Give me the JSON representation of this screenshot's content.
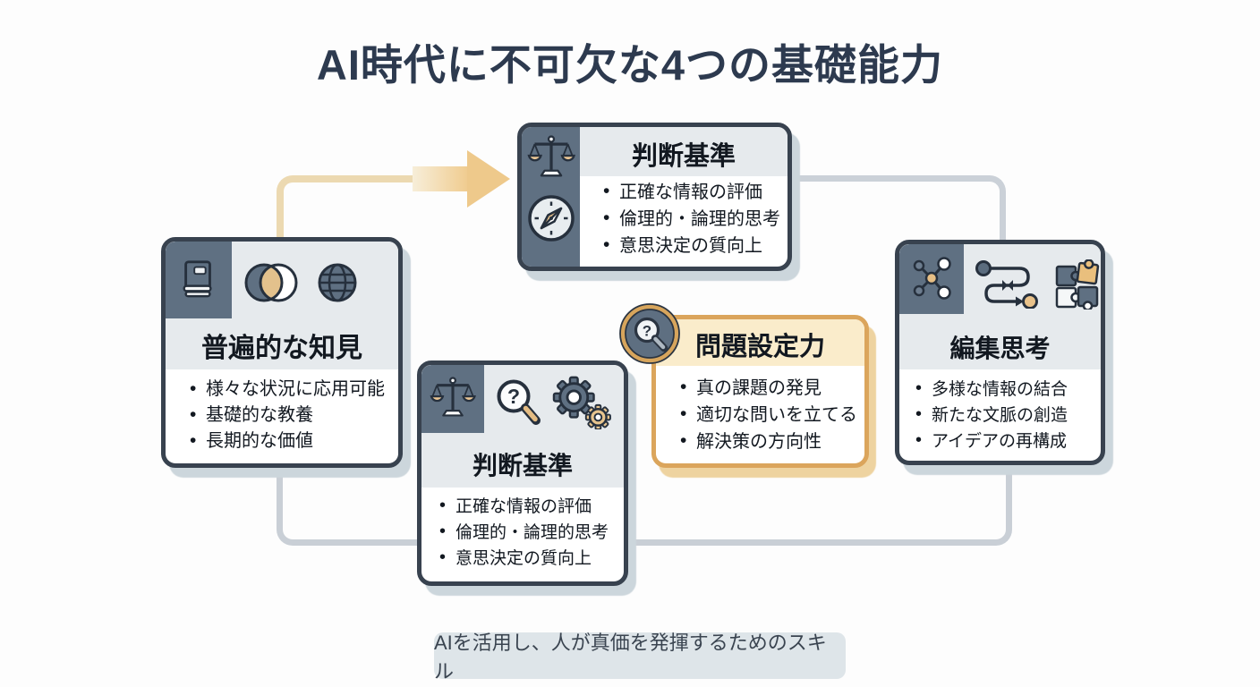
{
  "page": {
    "title": "AI時代に不可欠な4つの基礎能力",
    "footer_note": "AIを活用し、人が真価を発揮するためのスキル"
  },
  "colors": {
    "title_text": "#2d3a4f",
    "card_border": "#38424f",
    "card_header_bg": "#e6eaed",
    "dark_panel_bg": "#5f7082",
    "accent_tan": "#e7c38d",
    "orange_border": "#dba55c",
    "orange_header_bg": "#faeccb",
    "connector_gray": "#c9cfd6",
    "footer_bg": "#dee5e9"
  },
  "cards": {
    "judgment_top": {
      "title": "判断基準",
      "bullets": [
        "正確な情報の評価",
        "倫理的・論理的思考",
        "意思決定の質向上"
      ],
      "icons": [
        "balance-scale-icon",
        "compass-icon"
      ]
    },
    "universal_knowledge": {
      "title": "普遍的な知見",
      "bullets": [
        "様々な状況に応用可能",
        "基礎的な教養",
        "長期的な価値"
      ],
      "icons": [
        "book-icon",
        "venn-diagram-icon",
        "globe-icon"
      ]
    },
    "judgment_mid": {
      "title": "判断基準",
      "bullets": [
        "正確な情報の評価",
        "倫理的・論理的思考",
        "意思決定の質向上"
      ],
      "icons": [
        "balance-scale-icon",
        "magnifier-question-icon",
        "gears-icon"
      ]
    },
    "problem_setting": {
      "title": "問題設定力",
      "bullets": [
        "真の課題の発見",
        "適切な問いを立てる",
        "解決策の方向性"
      ],
      "icons": [
        "magnifier-question-circle-icon"
      ]
    },
    "editorial_thinking": {
      "title": "編集思考",
      "bullets": [
        "多様な情報の結合",
        "新たな文脈の創造",
        "アイデアの再構成"
      ],
      "icons": [
        "network-icon",
        "flow-icon",
        "puzzle-icon"
      ]
    }
  }
}
